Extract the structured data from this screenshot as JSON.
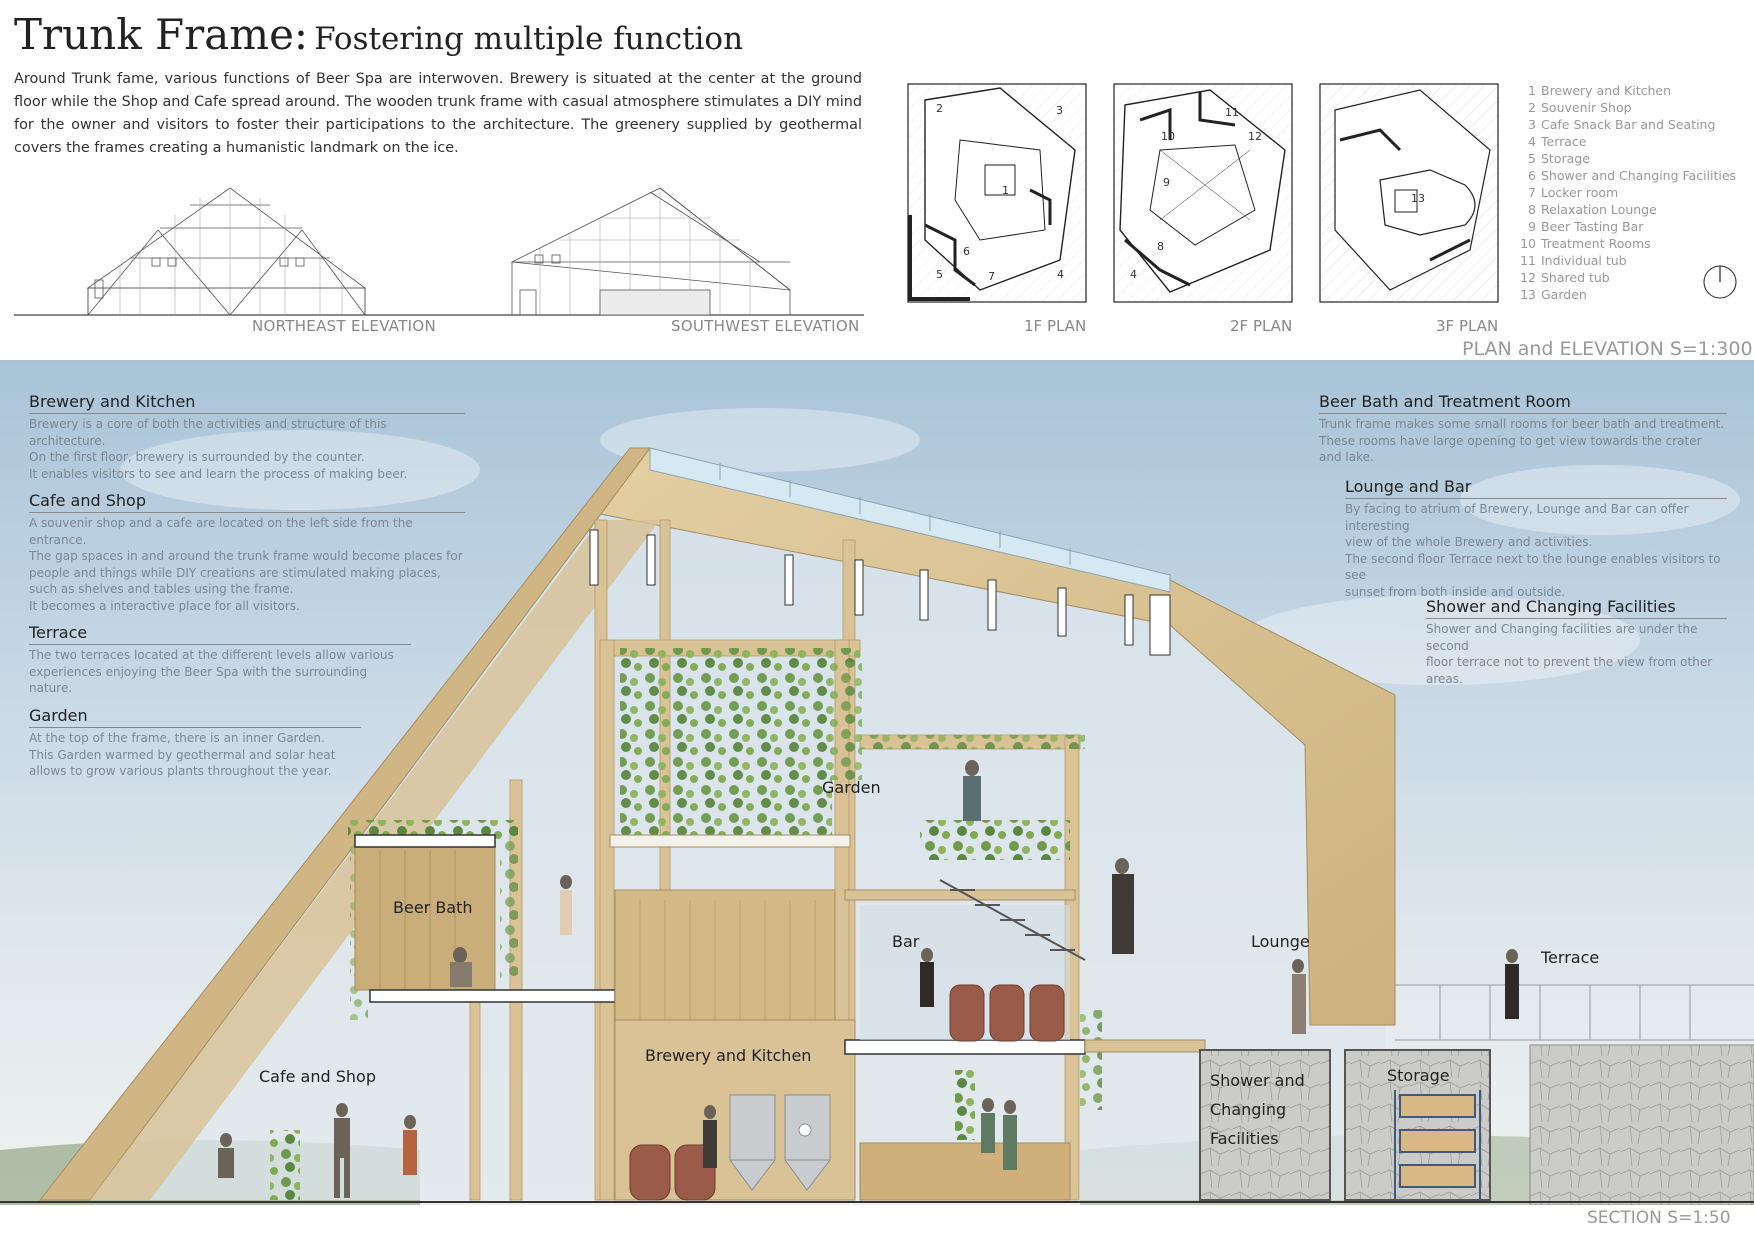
{
  "title": {
    "main": "Trunk Frame:",
    "sub": "Fostering multiple function"
  },
  "intro": "Around Trunk fame, various functions of Beer Spa are interwoven. Brewery is situated at the center at the ground floor while the Shop and Cafe spread around. The wooden trunk frame with casual atmosphere stimulates a DIY mind for the owner and visitors to foster their participations to the architecture. The greenery supplied by geothermal covers the frames creating a humanistic landmark on the ice.",
  "elevations": {
    "northeast": "NORTHEAST ELEVATION",
    "southwest": "SOUTHWEST ELEVATION"
  },
  "plans": {
    "labels": [
      "1F PLAN",
      "2F PLAN",
      "3F PLAN"
    ],
    "room_numbers_1f": [
      "2",
      "3",
      "1",
      "6",
      "5",
      "7",
      "4"
    ],
    "room_numbers_2f": [
      "10",
      "11",
      "12",
      "9",
      "8",
      "4"
    ],
    "room_numbers_3f": [
      "13"
    ]
  },
  "legend": [
    {
      "num": "1",
      "label": "Brewery and Kitchen"
    },
    {
      "num": "2",
      "label": "Souvenir Shop"
    },
    {
      "num": "3",
      "label": "Cafe Snack Bar and Seating"
    },
    {
      "num": "4",
      "label": "Terrace"
    },
    {
      "num": "5",
      "label": "Storage"
    },
    {
      "num": "6",
      "label": "Shower and Changing Facilities"
    },
    {
      "num": "7",
      "label": "Locker room"
    },
    {
      "num": "8",
      "label": "Relaxation Lounge"
    },
    {
      "num": "9",
      "label": "Beer Tasting Bar"
    },
    {
      "num": "10",
      "label": "Treatment Rooms"
    },
    {
      "num": "11",
      "label": "Individual tub"
    },
    {
      "num": "12",
      "label": "Shared tub"
    },
    {
      "num": "13",
      "label": "Garden"
    }
  ],
  "plan_scale": "PLAN and ELEVATION  S=1:300",
  "section_scale": "SECTION  S=1:50",
  "descriptions": [
    {
      "title": "Brewery and Kitchen",
      "lines": [
        "Brewery is a core of both the activities and structure of this architecture.",
        "On the first floor, brewery is surrounded by the counter.",
        "It enables visitors to see and learn the process of making beer."
      ]
    },
    {
      "title": "Cafe and Shop",
      "lines": [
        "A souvenir shop and a cafe are located on the left side from the entrance.",
        "The gap spaces in and around the trunk frame would become places for",
        "people and things while DIY creations are stimulated making places,",
        "such as shelves and tables using the frame.",
        "It becomes a interactive place for all visitors."
      ]
    },
    {
      "title": "Terrace",
      "lines": [
        "The two terraces located at the different levels allow various",
        "experiences enjoying the Beer Spa with the surrounding nature."
      ]
    },
    {
      "title": "Garden",
      "lines": [
        "At the top of the frame, there is an inner Garden.",
        "This Garden warmed by geothermal and solar heat",
        "allows to grow various plants throughout the year."
      ]
    },
    {
      "title": "Beer Bath and Treatment Room",
      "lines": [
        "Trunk frame makes some small rooms for beer bath and treatment.",
        "These rooms have large opening to get view towards the crater and lake."
      ]
    },
    {
      "title": "Lounge and Bar",
      "lines": [
        "By facing to atrium of Brewery, Lounge and Bar can offer interesting",
        "view of the whole Brewery and activities.",
        "The second floor Terrace next to the lounge enables visitors to see",
        "sunset from both inside and outside."
      ]
    },
    {
      "title": "Shower and Changing Facilities",
      "lines": [
        "Shower and Changing facilities are under the second",
        "floor terrace not to prevent the view from other areas."
      ]
    }
  ],
  "section_labels": {
    "garden": "Garden",
    "beer_bath": "Beer Bath",
    "bar": "Bar",
    "lounge": "Lounge",
    "terrace": "Terrace",
    "cafe_shop": "Cafe and Shop",
    "brewery_kitchen": "Brewery and Kitchen",
    "shower": [
      "Shower and",
      "Changing",
      "Facilities"
    ],
    "storage": "Storage"
  },
  "colors": {
    "wood": "#d9c396",
    "wood_dark": "#b89b67",
    "greenery": "#6f9a4c",
    "sky": "#b7cbdc",
    "barrel": "#9a5b48",
    "stone": "#c8c8c6"
  }
}
